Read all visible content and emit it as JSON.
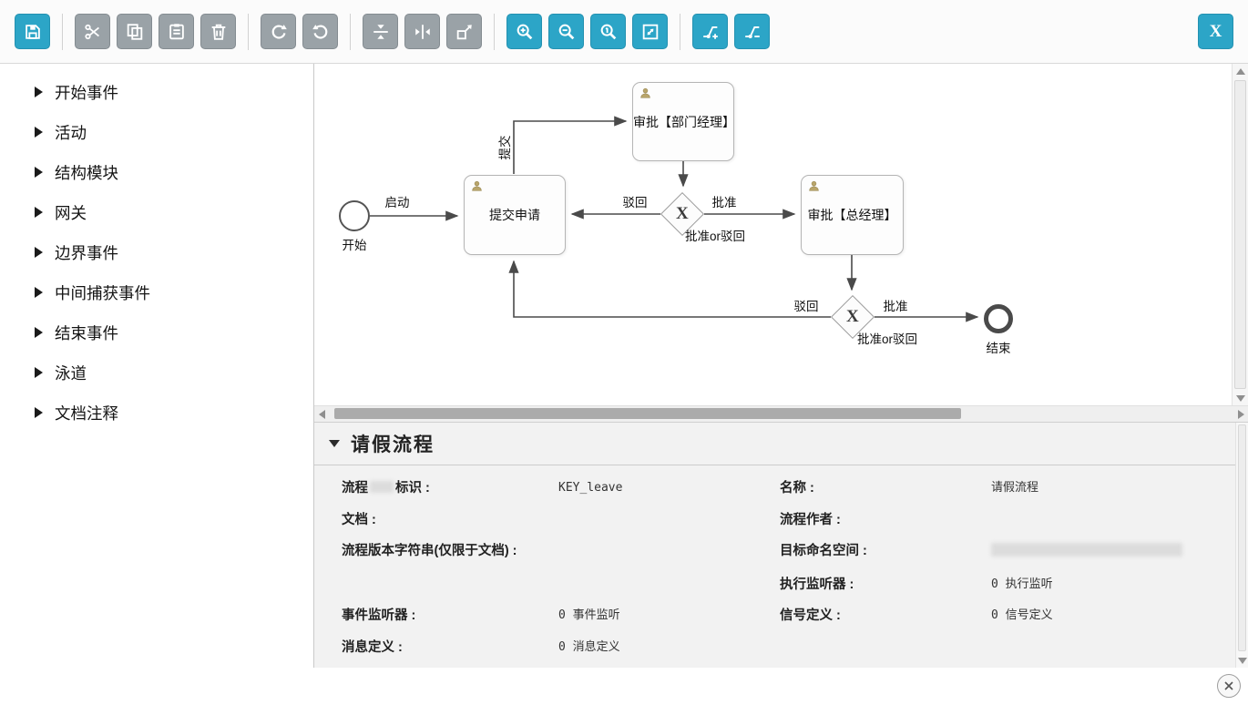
{
  "toolbar": {
    "close_label": "X",
    "buttons": [
      {
        "name": "save",
        "icon": "floppy-icon"
      },
      {
        "name": "cut",
        "icon": "scissors-icon"
      },
      {
        "name": "copy",
        "icon": "copy-icon"
      },
      {
        "name": "paste",
        "icon": "paste-icon"
      },
      {
        "name": "delete",
        "icon": "trash-icon"
      },
      {
        "name": "redo",
        "icon": "redo-arrow-icon"
      },
      {
        "name": "undo",
        "icon": "undo-arrow-icon"
      },
      {
        "name": "align-vertical",
        "icon": "align-vertical-icon"
      },
      {
        "name": "align-horizontal",
        "icon": "align-horizontal-icon"
      },
      {
        "name": "same-size",
        "icon": "resize-icon"
      },
      {
        "name": "zoom-in",
        "icon": "zoom-in-icon"
      },
      {
        "name": "zoom-out",
        "icon": "zoom-out-icon"
      },
      {
        "name": "zoom-actual",
        "icon": "zoom-actual-icon"
      },
      {
        "name": "zoom-fit",
        "icon": "zoom-fit-icon"
      },
      {
        "name": "add-bendpoint",
        "icon": "add-bendpoint-icon"
      },
      {
        "name": "remove-bendpoint",
        "icon": "remove-bendpoint-icon"
      }
    ],
    "accent_color": "#2ca5c7",
    "disabled_color": "#9aa2a7"
  },
  "sidebar": {
    "items": [
      {
        "label": "开始事件"
      },
      {
        "label": "活动"
      },
      {
        "label": "结构模块"
      },
      {
        "label": "网关"
      },
      {
        "label": "边界事件"
      },
      {
        "label": "中间捕获事件"
      },
      {
        "label": "结束事件"
      },
      {
        "label": "泳道"
      },
      {
        "label": "文档注释"
      }
    ]
  },
  "diagram": {
    "gateway_symbol": "X",
    "nodes": {
      "start": "开始",
      "task_submit": "提交申请",
      "task_dept_manager": "审批【部门经理】",
      "task_general_manager": "审批【总经理】",
      "gateway1_caption": "批准or驳回",
      "gateway2_caption": "批准or驳回",
      "end": "结束"
    },
    "edge_labels": {
      "launch": "启动",
      "submit": "提交",
      "gw1_reject": "驳回",
      "gw1_approve": "批准",
      "gw2_reject": "驳回",
      "gw2_approve": "批准"
    }
  },
  "properties": {
    "title": "请假流程",
    "id_label_prefix": "流程",
    "id_label_suffix": "标识 :",
    "id_value": "KEY_leave",
    "name_label": "名称 :",
    "name_value": "请假流程",
    "doc_label": "文档 :",
    "author_label": "流程作者 :",
    "version_label": "流程版本字符串(仅限于文档) :",
    "namespace_label": "目标命名空间 :",
    "exec_listener_label": "执行监听器 :",
    "exec_listener_value": "0 执行监听",
    "event_listener_label": "事件监听器 :",
    "event_listener_value": "0 事件监听",
    "signal_label": "信号定义 :",
    "signal_value": "0 信号定义",
    "message_label": "消息定义 :",
    "message_value": "0 消息定义"
  }
}
